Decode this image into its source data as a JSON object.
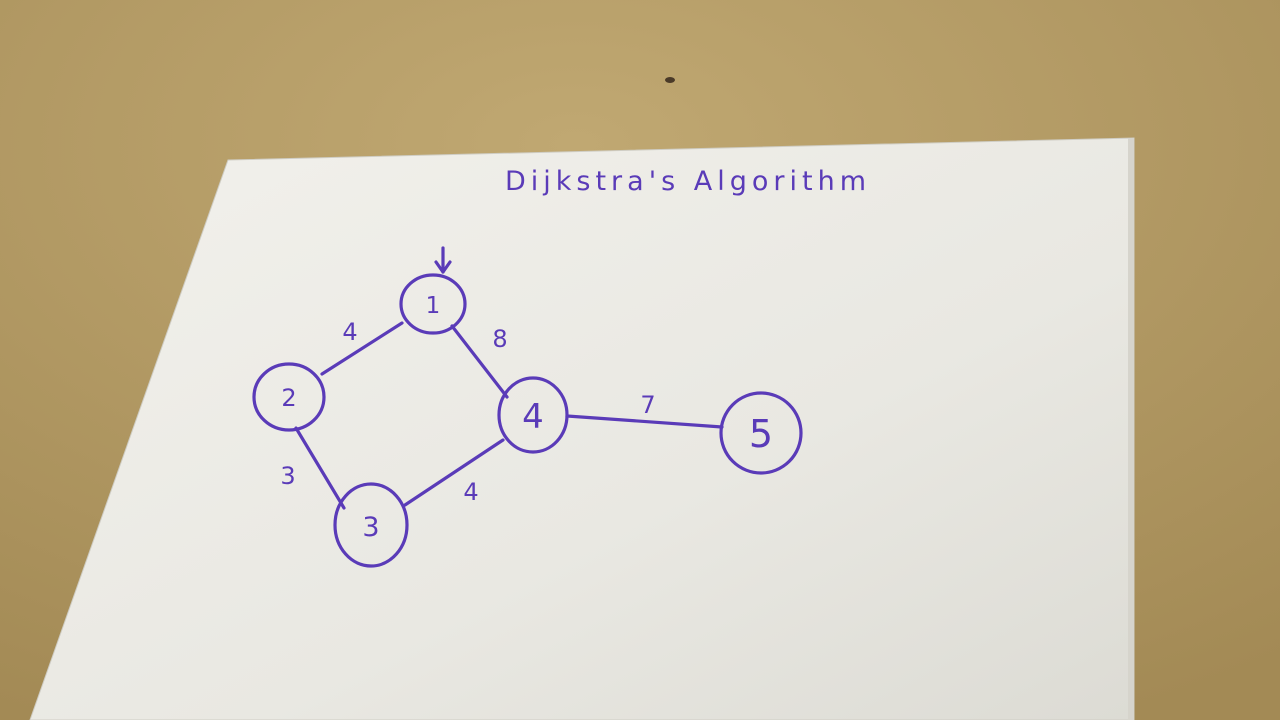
{
  "title": "Dijkstra's Algorithm",
  "colors": {
    "table": "#b39a66",
    "paper": "#ecebe4",
    "ink": "#5a3bb8"
  },
  "graph": {
    "nodes": [
      "1",
      "2",
      "3",
      "4",
      "5"
    ],
    "edges": [
      {
        "from": "1",
        "to": "2",
        "weight": "4"
      },
      {
        "from": "1",
        "to": "4",
        "weight": "8"
      },
      {
        "from": "2",
        "to": "3",
        "weight": "3"
      },
      {
        "from": "3",
        "to": "4",
        "weight": "4"
      },
      {
        "from": "4",
        "to": "5",
        "weight": "7"
      }
    ],
    "start_node": "1"
  }
}
